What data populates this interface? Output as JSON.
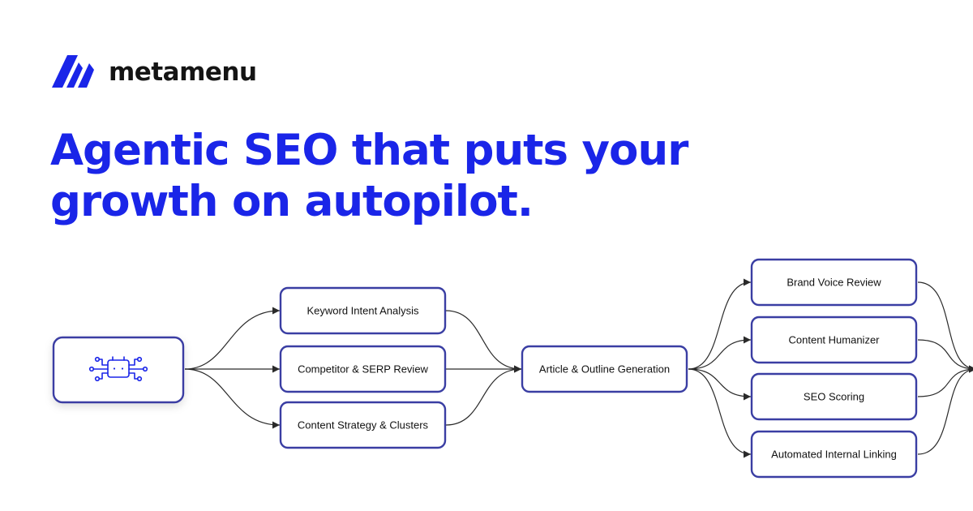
{
  "brand": {
    "name": "metamenu",
    "logo_icon": "metamenu-logo-icon",
    "color": "#1a25e8"
  },
  "headline": {
    "line1": "Agentic SEO that puts your",
    "line2": "growth on autopilot."
  },
  "diagram": {
    "source_icon": "robot-circuit-icon",
    "accent_color": "#3a3ea3",
    "nodes": {
      "keyword": "Keyword Intent Analysis",
      "competitor": "Competitor & SERP Review",
      "strategy": "Content Strategy & Clusters",
      "article": "Article & Outline Generation",
      "brand_voice": "Brand Voice Review",
      "humanizer": "Content Humanizer",
      "seo_scoring": "SEO Scoring",
      "linking": "Automated Internal Linking"
    }
  }
}
